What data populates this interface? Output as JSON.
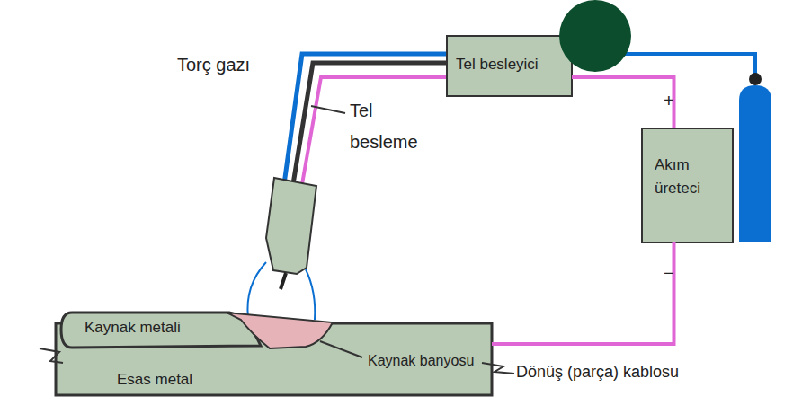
{
  "diagram": {
    "nodes": [
      {
        "text": [
          "Tel besleyici"
        ]
      },
      {
        "text": [
          "Akım üreteci"
        ]
      },
      {
        "text": [
          "Esas metal"
        ]
      },
      {
        "text": [
          "Kaynak metali"
        ],
        "in": 2
      }
    ],
    "edges": [
      {
        "from": 0,
        "to": 1,
        "arrow": "none"
      },
      {
        "from": 1,
        "to": 2,
        "arrow": "none"
      }
    ],
    "labels": [
      "Torç gazı",
      "Tel besleme",
      "+",
      "−",
      "Kaynak banyosu",
      "Dönüş (parça) kablosu"
    ]
  }
}
